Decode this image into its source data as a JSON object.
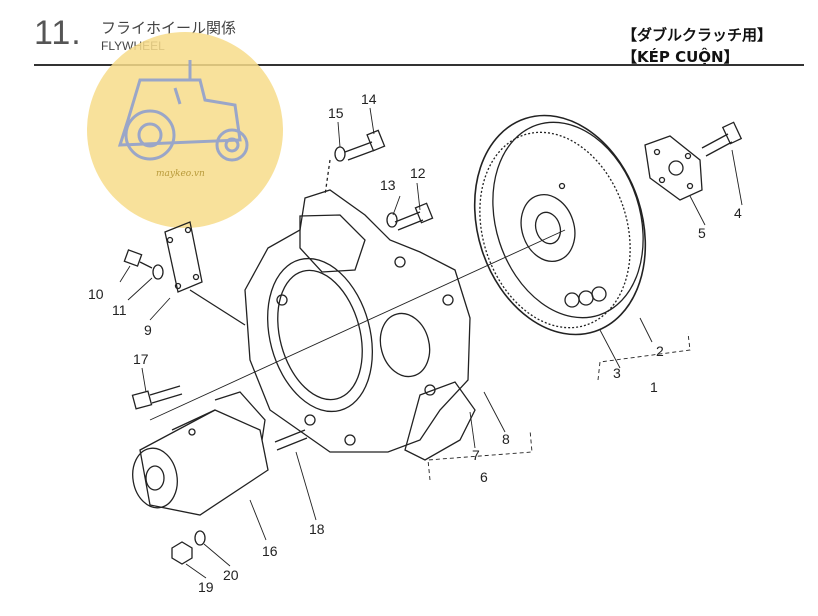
{
  "header": {
    "section_number": "11.",
    "title_jp": "フライホイール関係",
    "title_en": "FLYWHEEL",
    "tag_jp": "【ダブルクラッチ用】",
    "tag_vn": "【KÉP CUỘN】"
  },
  "watermark": {
    "text": "maykeo.vn",
    "icon": "tractor-logo-icon",
    "color": "#f7dc8a"
  },
  "parts": [
    {
      "number": "1"
    },
    {
      "number": "2"
    },
    {
      "number": "3"
    },
    {
      "number": "4"
    },
    {
      "number": "5"
    },
    {
      "number": "6"
    },
    {
      "number": "7"
    },
    {
      "number": "8"
    },
    {
      "number": "9"
    },
    {
      "number": "10"
    },
    {
      "number": "11"
    },
    {
      "number": "12"
    },
    {
      "number": "13"
    },
    {
      "number": "14"
    },
    {
      "number": "15"
    },
    {
      "number": "16"
    },
    {
      "number": "17"
    },
    {
      "number": "18"
    },
    {
      "number": "19"
    },
    {
      "number": "20"
    }
  ]
}
